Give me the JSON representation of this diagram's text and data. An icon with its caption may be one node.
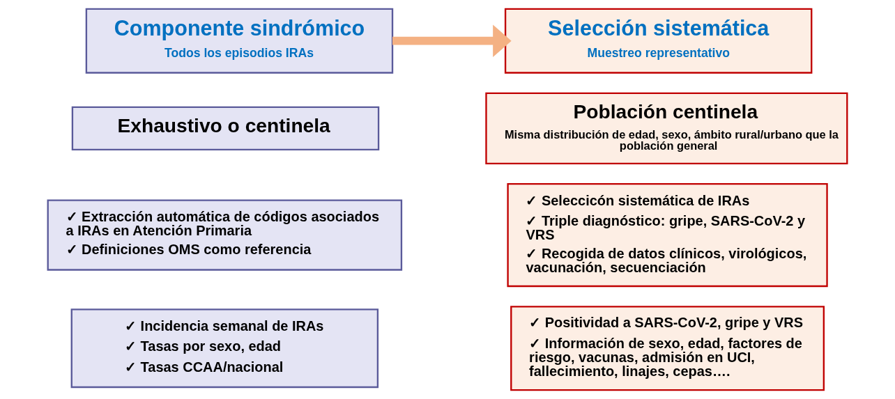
{
  "diagram": {
    "nodes": [
      {
        "text": [
          "Componente sindrómico",
          "Todos los episodios IRAs"
        ]
      },
      {
        "text": [
          "Selección sistemática",
          "Muestreo representativo"
        ]
      },
      {
        "text": [
          "Exhaustivo o centinela"
        ]
      },
      {
        "text": [
          "✓ Extracción automática de códigos asociados a IRAs en Atención Primaria",
          "✓ Definiciones OMS como referencia"
        ]
      },
      {
        "text": [
          "✓ Incidencia semanal de IRAs",
          "✓ Tasas por sexo, edad",
          "✓ Tasas CCAA/nacional"
        ]
      },
      {
        "text": [
          "Población centinela",
          "Misma distribución de edad, sexo, ámbito rural/urbano que la población general"
        ]
      },
      {
        "text": [
          "✓ Seleccicón sistemática de IRAs",
          "✓ Triple diagnóstico: gripe, SARS-CoV-2 y VRS",
          "✓ Recogida de datos clínicos, virológicos, vacunación, secuenciación"
        ]
      },
      {
        "text": [
          "✓ Positividad a SARS-CoV-2, gripe y VRS",
          "✓ Información de sexo, edad, factores de riesgo, vacunas, admisión en UCI, fallecimiento, linajes, cepas…."
        ]
      }
    ],
    "edges": [
      {
        "from": 0,
        "to": 1,
        "arrow": "to",
        "color": "#f4b183"
      }
    ]
  }
}
